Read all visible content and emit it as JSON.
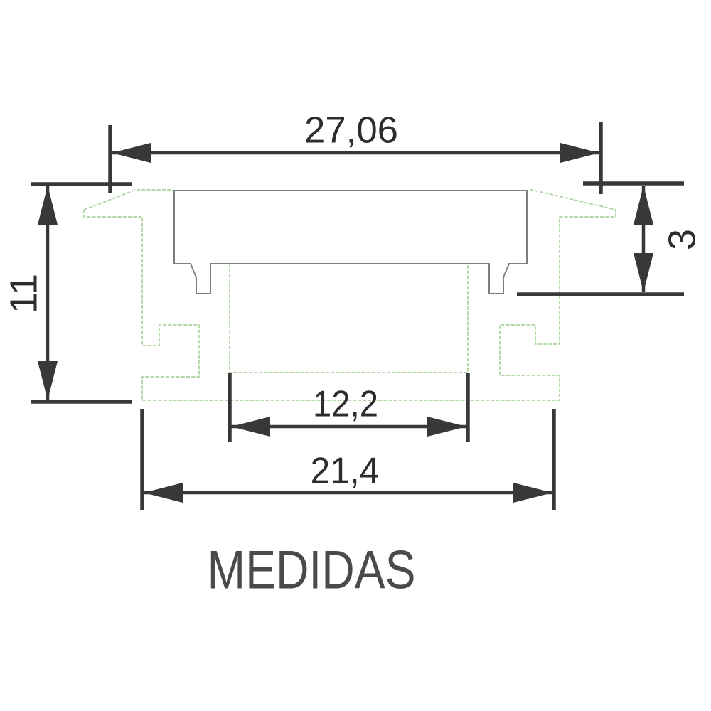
{
  "drawing": {
    "title": "MEDIDAS",
    "dimensions": {
      "top_width": "27,06",
      "profile_height": "11",
      "cover_height": "3",
      "inner_width": "12,2",
      "bottom_width": "21,4"
    },
    "colors": {
      "dimension": "#383838",
      "dimension_text": "#2d2d2d",
      "profile_outline": "#a9d39f",
      "cover_outline": "#7e7e7e",
      "title_text": "#4a4a4a",
      "background": "#ffffff"
    }
  }
}
